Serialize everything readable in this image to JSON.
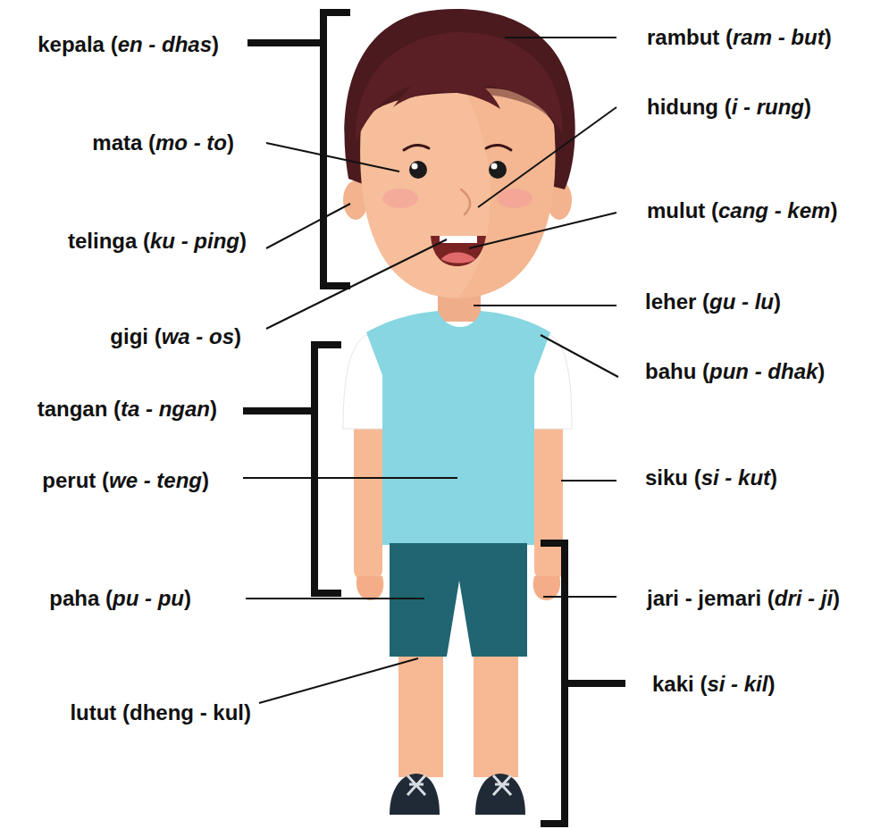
{
  "diagram": {
    "labels": [
      "rambut (ram - but)",
      "kepala (en - dhas)",
      "hidung (i - rung)",
      "mata (mo - to)",
      "mulut (cang - kem)",
      "telinga (ku - ping)",
      "leher (gu - lu)",
      "gigi (wa - os)",
      "bahu (pun - dhak)",
      "tangan (ta - ngan)",
      "siku (si - kut)",
      "perut (we - teng)",
      "paha (pu - pu)",
      "jari - jemari (dri - ji)",
      "kaki (si - kil)",
      "lutut (dheng - kul)"
    ]
  }
}
